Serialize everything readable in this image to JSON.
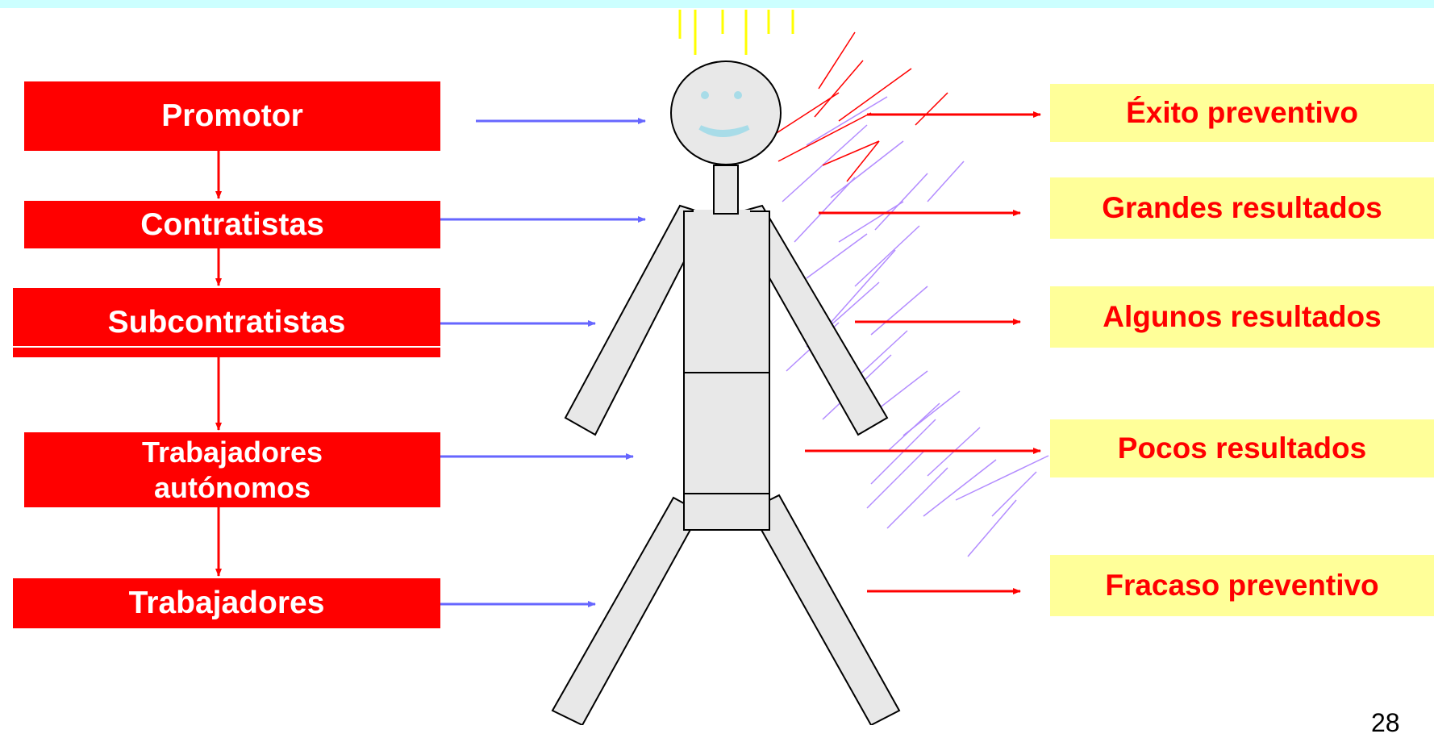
{
  "stakeholders": [
    "Promotor",
    "Contratistas",
    "Subcontratistas",
    "Trabajadores autónomos",
    "Trabajadores"
  ],
  "outcomes": [
    "Éxito preventivo",
    "Grandes resultados",
    "Algunos resultados",
    "Pocos resultados",
    "Fracaso preventivo"
  ],
  "page_number": "28",
  "colors": {
    "stakeholder_box": "#ff0000",
    "outcome_box": "#ffff99",
    "outcome_text": "#ff0000",
    "input_arrow": "#6666ff",
    "output_arrow": "#ff0000",
    "hatch": "#b38cff",
    "sun_rays": "#ffff00",
    "top_band": "#ccffff"
  }
}
